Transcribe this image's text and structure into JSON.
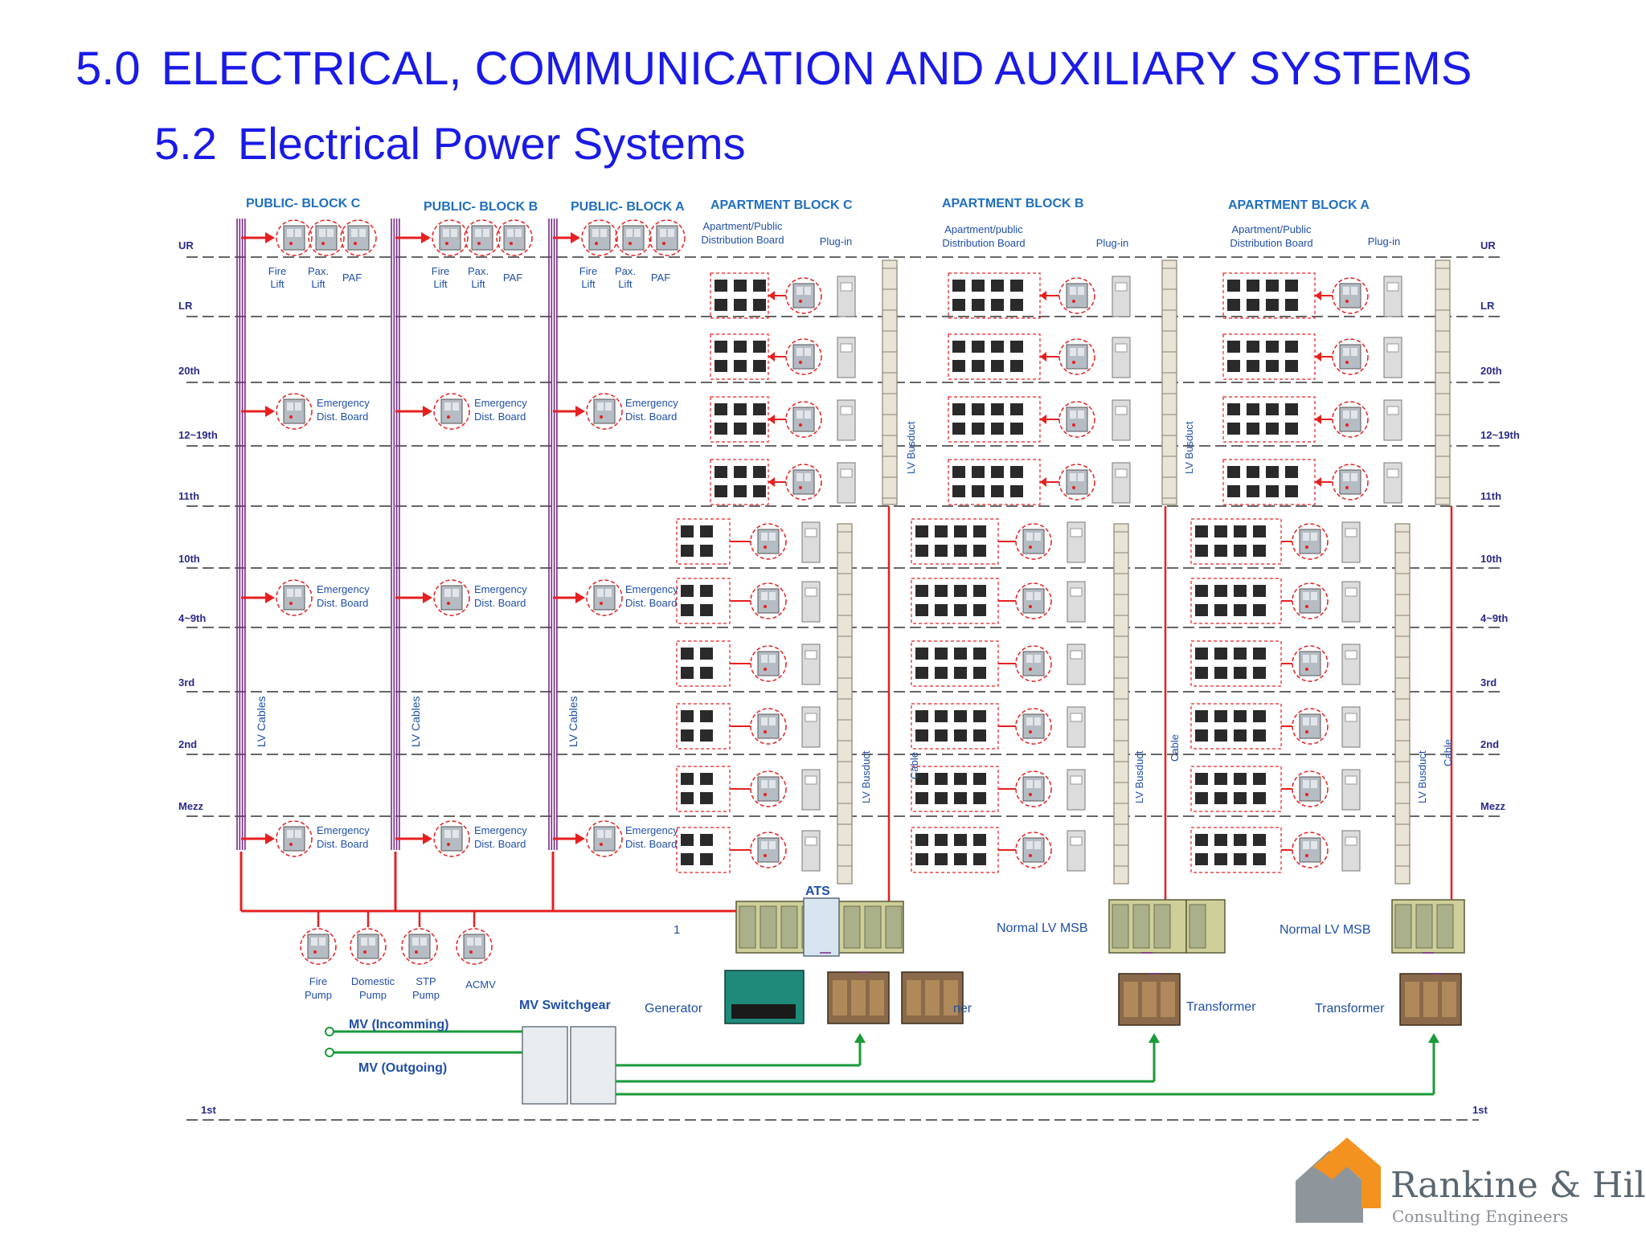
{
  "heading": {
    "main_num": "5.0",
    "main_text": "ELECTRICAL, COMMUNICATION AND AUXILIARY SYSTEMS",
    "sub_num": "5.2",
    "sub_text": "Electrical Power Systems"
  },
  "blocks": {
    "public_c": "PUBLIC- BLOCK C",
    "public_b": "PUBLIC- BLOCK B",
    "public_a": "PUBLIC- BLOCK A",
    "apt_c": "APARTMENT BLOCK C",
    "apt_b": "APARTMENT BLOCK B",
    "apt_a": "APARTMENT BLOCK A"
  },
  "floors_left": [
    "UR",
    "LR",
    "20th",
    "12~19th",
    "11th",
    "10th",
    "4~9th",
    "3rd",
    "2nd",
    "Mezz",
    "1st"
  ],
  "floors_right": [
    "UR",
    "LR",
    "20th",
    "12~19th",
    "11th",
    "10th",
    "4~9th",
    "3rd",
    "2nd",
    "Mezz",
    "1st"
  ],
  "labels": {
    "fire_lift": [
      "Fire",
      "Lift"
    ],
    "pax_lift": [
      "Pax.",
      "Lift"
    ],
    "paf": "PAF",
    "emergency": [
      "Emergency",
      "Dist. Board"
    ],
    "lv_cables": "LV Cables",
    "lv_busduct": "LV Busduct",
    "cable": "Cable",
    "plug_in": "Plug-in",
    "apt_pub_db_1": [
      "Apartment/Public",
      "Distribution Board"
    ],
    "apt_pub_db_2": [
      "Apartment/public",
      "Distribution Board"
    ],
    "ats": "ATS",
    "one": "1",
    "normal_lv_msb": "Normal LV MSB",
    "generator": "Generator",
    "transformer": "Transformer",
    "transformer_partial": "ner",
    "mv_switchgear": "MV Switchgear",
    "mv_incoming": "MV (Incomming)",
    "mv_outgoing": "MV (Outgoing)",
    "fire_pump": [
      "Fire",
      "Pump"
    ],
    "domestic_pump": [
      "Domestic",
      "Pump"
    ],
    "stp_pump": [
      "STP",
      "Pump"
    ],
    "acmv": "ACMV"
  },
  "logo": {
    "name": "Rankine & Hill",
    "tagline": "Consulting Engineers"
  },
  "colors": {
    "heading": "#1a1ae6",
    "label_blue": "#1f4fa8",
    "block_title": "#1f6fc0",
    "red": "#e62020",
    "green": "#1a9a3a",
    "purple": "#7a2a8a",
    "orange": "#f3921e",
    "logo_gray": "#5b6770"
  }
}
